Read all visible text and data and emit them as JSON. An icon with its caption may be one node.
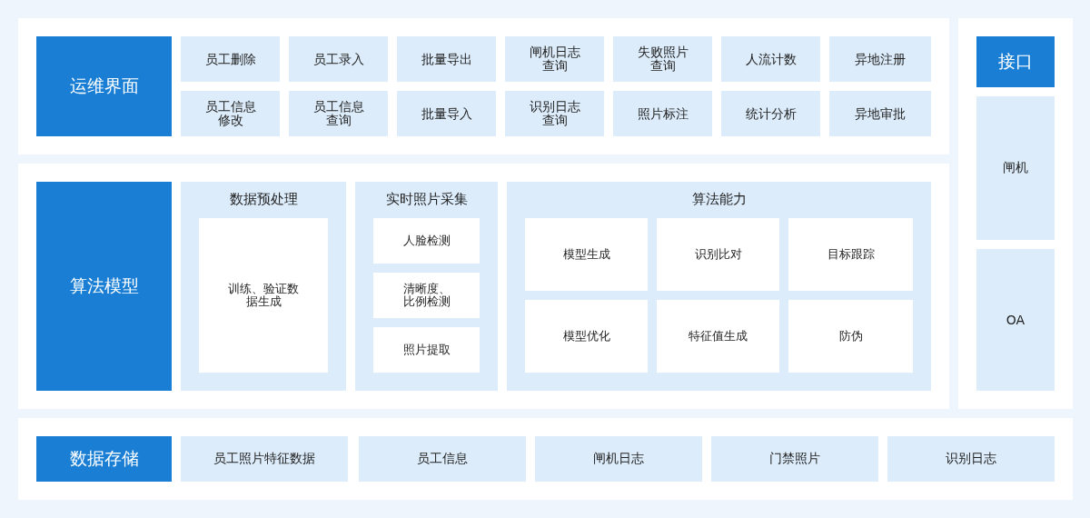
{
  "diagram": {
    "nodes": [
      {
        "text": [],
        "shape": "box"
      },
      {
        "text": [
          "运维界面"
        ],
        "in": 0
      },
      {
        "text": [
          "员工删除"
        ],
        "in": 0
      },
      {
        "text": [
          "员工录入"
        ],
        "in": 0
      },
      {
        "text": [
          "批量导出"
        ],
        "in": 0
      },
      {
        "text": [
          "闸机日志查询"
        ],
        "in": 0
      },
      {
        "text": [
          "失败照片查询"
        ],
        "in": 0
      },
      {
        "text": [
          "人流计数"
        ],
        "in": 0
      },
      {
        "text": [
          "异地注册"
        ],
        "in": 0
      },
      {
        "text": [
          "员工信息修改"
        ],
        "in": 0
      },
      {
        "text": [
          "员工信息查询"
        ],
        "in": 0
      },
      {
        "text": [
          "批量导入"
        ],
        "in": 0
      },
      {
        "text": [
          "识别日志查询"
        ],
        "in": 0
      },
      {
        "text": [
          "照片标注"
        ],
        "in": 0
      },
      {
        "text": [
          "统计分析"
        ],
        "in": 0
      },
      {
        "text": [
          "异地审批"
        ],
        "in": 0
      },
      {
        "text": [],
        "shape": "box"
      },
      {
        "text": [
          "接口"
        ],
        "in": 16
      },
      {
        "text": [
          "闸机"
        ],
        "in": 16
      },
      {
        "text": [
          "OA"
        ],
        "in": 16
      },
      {
        "text": [],
        "shape": "box"
      },
      {
        "text": [
          "算法模型"
        ],
        "in": 20
      },
      {
        "text": [
          "数据预处理"
        ],
        "in": 20
      },
      {
        "text": [
          "训练、验证数据生成"
        ],
        "in": 22
      },
      {
        "text": [
          "实时照片采集"
        ],
        "in": 20
      },
      {
        "text": [
          "人脸检测"
        ],
        "in": 24
      },
      {
        "text": [
          "清晰度、比例检测"
        ],
        "in": 24
      },
      {
        "text": [
          "照片提取"
        ],
        "in": 24
      },
      {
        "text": [
          "算法能力"
        ],
        "in": 20
      },
      {
        "text": [
          "模型生成"
        ],
        "in": 28
      },
      {
        "text": [
          "识别比对"
        ],
        "in": 28
      },
      {
        "text": [
          "目标跟踪"
        ],
        "in": 28
      },
      {
        "text": [
          "模型优化"
        ],
        "in": 28
      },
      {
        "text": [
          "特征值生成"
        ],
        "in": 28
      },
      {
        "text": [
          "防伪"
        ],
        "in": 28
      },
      {
        "text": [],
        "shape": "box"
      },
      {
        "text": [
          "数据存储"
        ],
        "in": 35
      },
      {
        "text": [
          "员工照片特征数据"
        ],
        "in": 35
      },
      {
        "text": [
          "员工信息"
        ],
        "in": 35
      },
      {
        "text": [
          "闸机日志"
        ],
        "in": 35
      },
      {
        "text": [
          "门禁照片"
        ],
        "in": 35
      },
      {
        "text": [
          "识别日志"
        ],
        "in": 35
      }
    ]
  }
}
